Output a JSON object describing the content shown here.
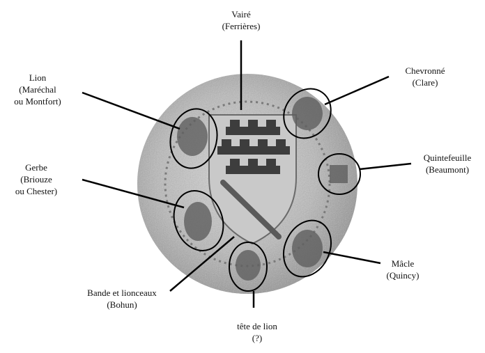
{
  "seal": {
    "description_colors": {
      "stone_light": "#d4d4d4",
      "stone_mid": "#a9a9a9",
      "stone_dark": "#4a4a4a",
      "ink": "#000000"
    }
  },
  "callouts": [
    {
      "id": "vaire",
      "line1": "Vairé",
      "line2": "(Ferrières)",
      "line3": ""
    },
    {
      "id": "lion",
      "line1": "Lion",
      "line2": "(Maréchal",
      "line3": "ou Montfort)"
    },
    {
      "id": "chevronne",
      "line1": "Chevronné",
      "line2": "(Clare)",
      "line3": ""
    },
    {
      "id": "quintefeuille",
      "line1": "Quintefeuille",
      "line2": "(Beaumont)",
      "line3": ""
    },
    {
      "id": "gerbe",
      "line1": "Gerbe",
      "line2": "(Briouze",
      "line3": "ou Chester)"
    },
    {
      "id": "macle",
      "line1": "Mâcle",
      "line2": "(Quincy)",
      "line3": ""
    },
    {
      "id": "bande",
      "line1": "Bande et lionceaux",
      "line2": "(Bohun)",
      "line3": ""
    },
    {
      "id": "tete",
      "line1": "tête de lion",
      "line2": "(?)",
      "line3": ""
    }
  ]
}
